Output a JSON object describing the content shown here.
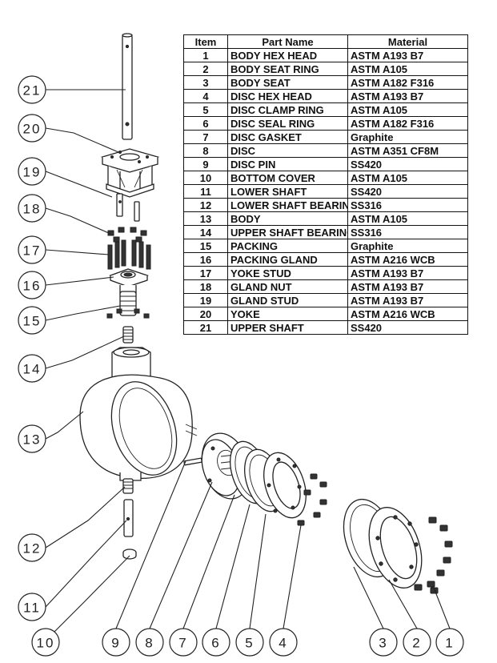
{
  "table": {
    "headers": {
      "item": "Item",
      "part_name": "Part Name",
      "material": "Material"
    },
    "rows": [
      {
        "item": "1",
        "part_name": "BODY HEX HEAD",
        "material": "ASTM A193 B7"
      },
      {
        "item": "2",
        "part_name": "BODY SEAT RING",
        "material": "ASTM A105"
      },
      {
        "item": "3",
        "part_name": "BODY SEAT",
        "material": "ASTM A182 F316"
      },
      {
        "item": "4",
        "part_name": "DISC HEX HEAD",
        "material": "ASTM A193 B7"
      },
      {
        "item": "5",
        "part_name": "DISC CLAMP RING",
        "material": "ASTM A105"
      },
      {
        "item": "6",
        "part_name": "DISC SEAL RING",
        "material": "ASTM A182 F316"
      },
      {
        "item": "7",
        "part_name": "DISC GASKET",
        "material": "Graphite"
      },
      {
        "item": "8",
        "part_name": "DISC",
        "material": "ASTM A351 CF8M"
      },
      {
        "item": "9",
        "part_name": "DISC PIN",
        "material": "SS420"
      },
      {
        "item": "10",
        "part_name": "BOTTOM COVER",
        "material": "ASTM A105"
      },
      {
        "item": "11",
        "part_name": "LOWER SHAFT",
        "material": "SS420"
      },
      {
        "item": "12",
        "part_name": "LOWER SHAFT BEARING",
        "material": "SS316"
      },
      {
        "item": "13",
        "part_name": "BODY",
        "material": "ASTM A105"
      },
      {
        "item": "14",
        "part_name": "UPPER SHAFT BEARING",
        "material": "SS316"
      },
      {
        "item": "15",
        "part_name": "PACKING",
        "material": "Graphite"
      },
      {
        "item": "16",
        "part_name": "PACKING GLAND",
        "material": "ASTM A216 WCB"
      },
      {
        "item": "17",
        "part_name": "YOKE STUD",
        "material": "ASTM A193 B7"
      },
      {
        "item": "18",
        "part_name": "GLAND NUT",
        "material": "ASTM A193 B7"
      },
      {
        "item": "19",
        "part_name": "GLAND STUD",
        "material": "ASTM A193 B7"
      },
      {
        "item": "20",
        "part_name": "YOKE",
        "material": "ASTM A216 WCB"
      },
      {
        "item": "21",
        "part_name": "UPPER SHAFT",
        "material": "SS420"
      }
    ]
  },
  "balloons": {
    "b1": "1",
    "b2": "2",
    "b3": "3",
    "b4": "4",
    "b5": "5",
    "b6": "6",
    "b7": "7",
    "b8": "8",
    "b9": "9",
    "b10": "10",
    "b11": "11",
    "b12": "12",
    "b13": "13",
    "b14": "14",
    "b15": "15",
    "b16": "16",
    "b17": "17",
    "b18": "18",
    "b19": "19",
    "b20": "20",
    "b21": "21"
  }
}
